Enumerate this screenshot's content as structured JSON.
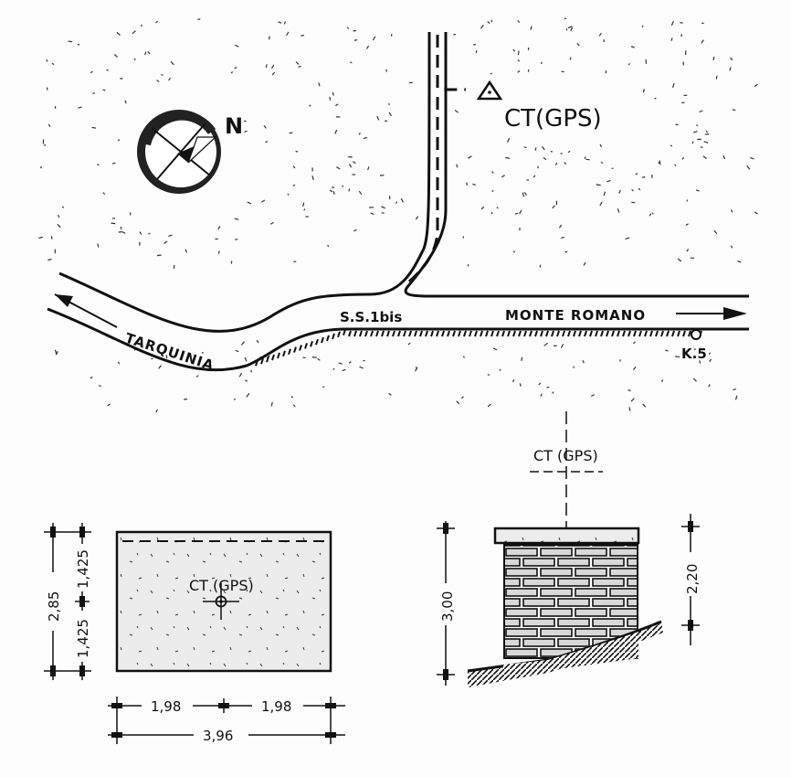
{
  "map": {
    "north_label": "N",
    "station_label": "CT(GPS)",
    "road_name": "S.S.1bis",
    "destination_left": "TARQUINIA",
    "destination_right": "MONTE ROMANO",
    "km_marker": "K.5"
  },
  "plan": {
    "marker_label": "CT (GPS)",
    "dim_height_total": "2,85",
    "dim_height_top": "1,425",
    "dim_height_bottom": "1,425",
    "dim_width_left": "1,98",
    "dim_width_right": "1,98",
    "dim_width_total": "3,96"
  },
  "elevation": {
    "marker_label": "CT (GPS)",
    "dim_total_height": "3,00",
    "dim_upper_height": "2,20"
  },
  "colors": {
    "ink": "#111111",
    "plan_fill": "#ececec",
    "brick_fill": "#d8d8d8",
    "compass_ring": "#222222"
  }
}
